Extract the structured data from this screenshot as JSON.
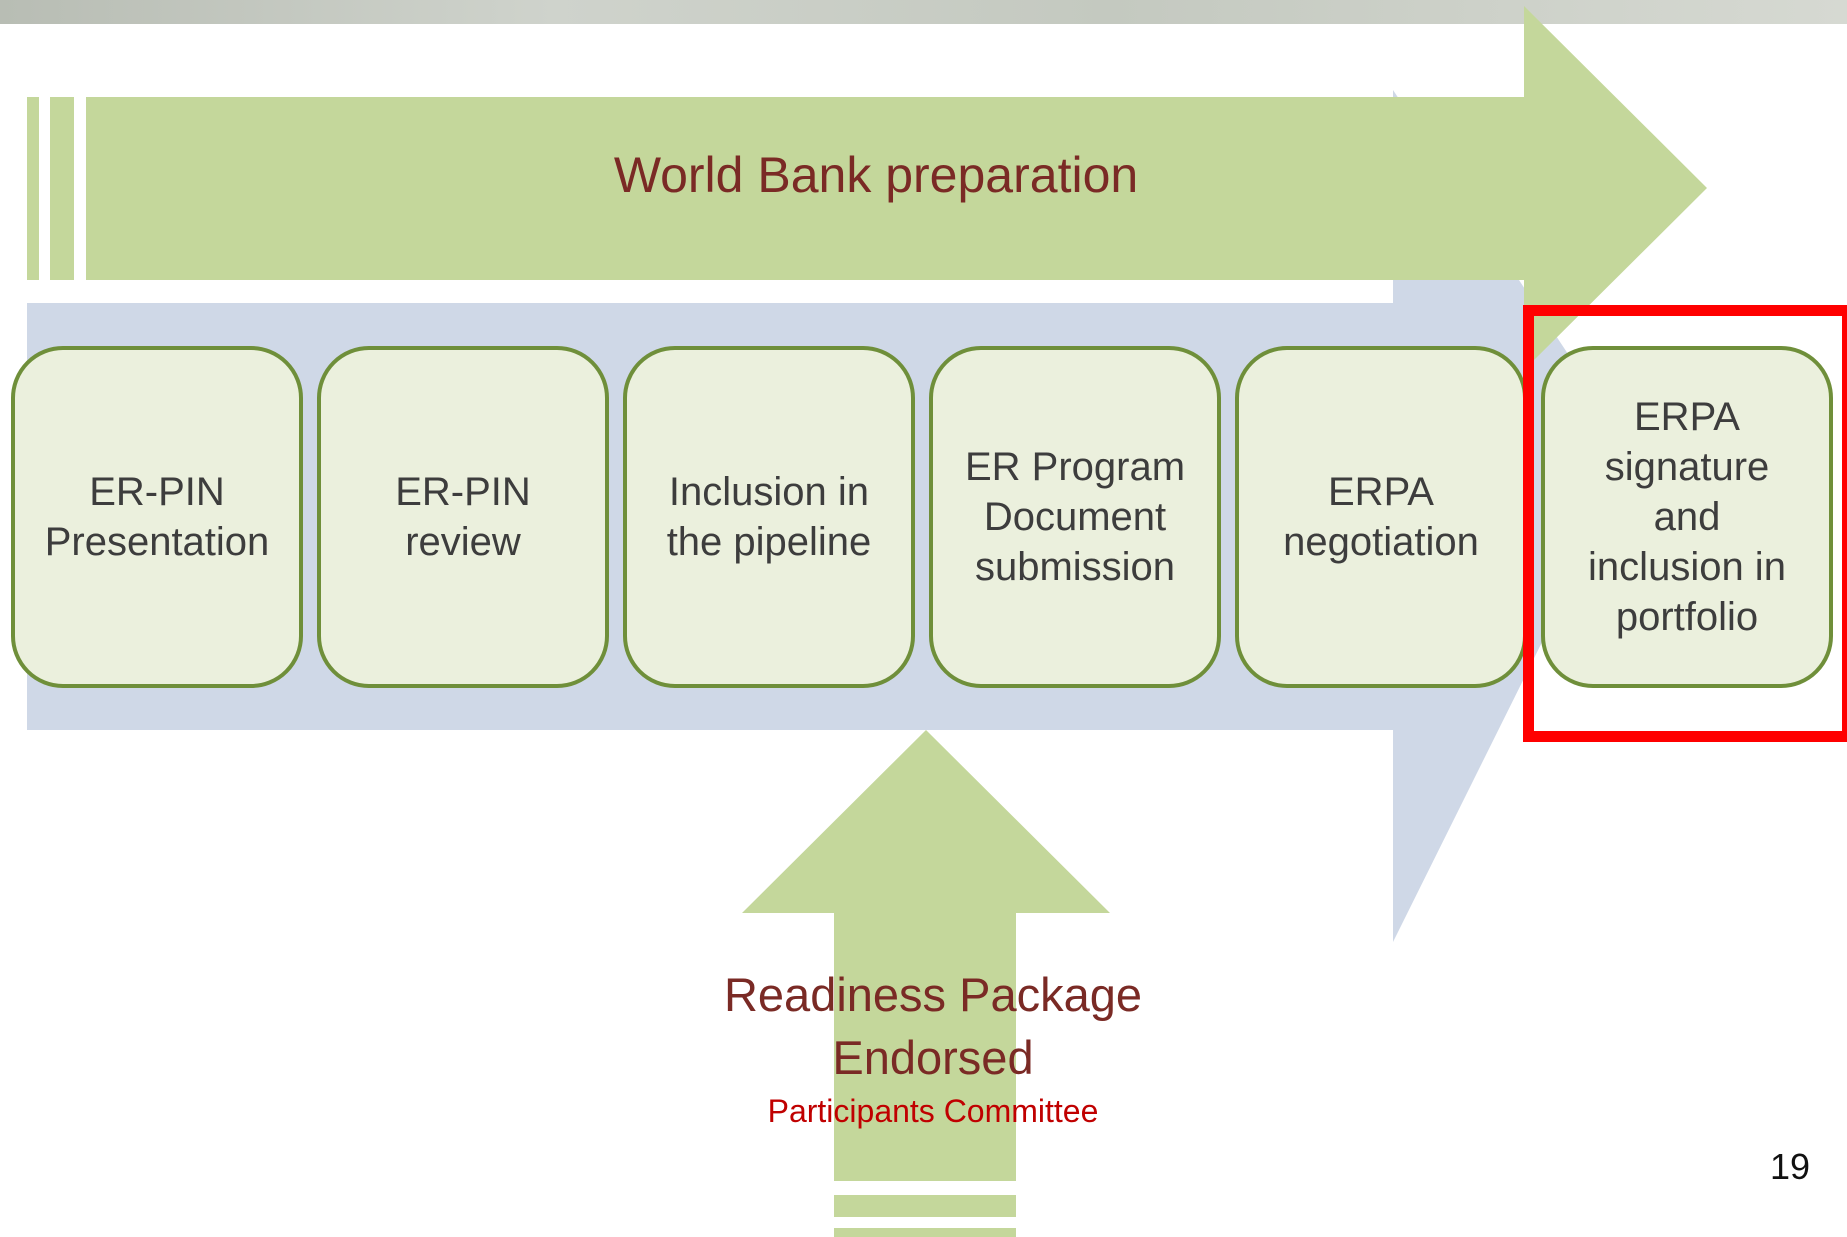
{
  "diagram": {
    "main_arrow_label": "World Bank preparation",
    "steps": [
      {
        "label": "ER-PIN\nPresentation"
      },
      {
        "label": "ER-PIN\nreview"
      },
      {
        "label": "Inclusion in\nthe pipeline"
      },
      {
        "label": "ER Program\nDocument\nsubmission"
      },
      {
        "label": "ERPA\nnegotiation"
      },
      {
        "label": "ERPA\nsignature\nand\ninclusion in\nportfolio",
        "highlighted": true
      }
    ],
    "input_arrow": {
      "label": "Readiness Package\nEndorsed",
      "sublabel": "Participants Committee"
    }
  },
  "slide": {
    "page_number": "19"
  },
  "colors": {
    "green_arrow": "#c4d79b",
    "blue_band": "#cfd8e7",
    "box_fill": "#ebf0dd",
    "box_border": "#6f8f3a",
    "title_text": "#7a2a25",
    "highlight": "#ff0000",
    "sublabel_text": "#c00000"
  }
}
